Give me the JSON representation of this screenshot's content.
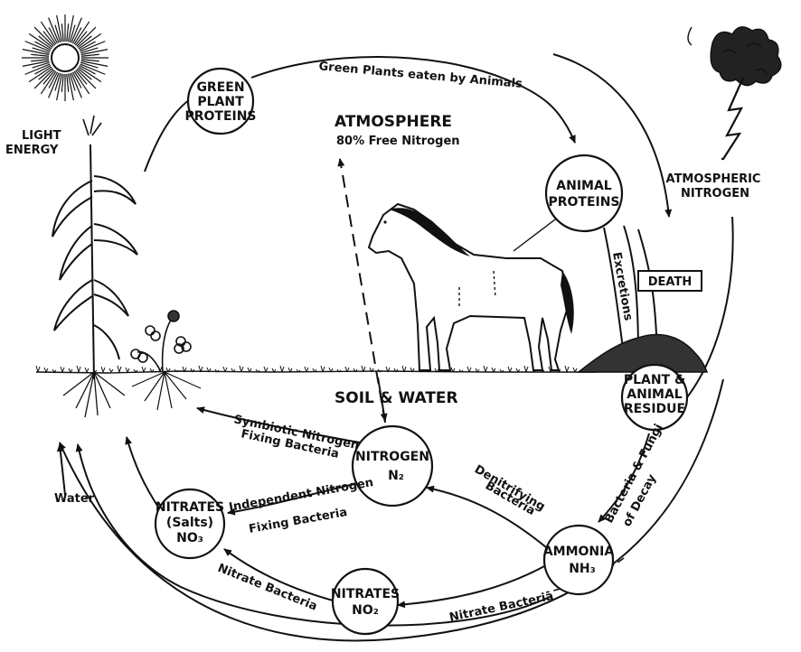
{
  "nodes": {
    "green_plant": [
      "GREEN",
      "PLANT",
      "PROTEINS"
    ],
    "animal": [
      "ANIMAL",
      "PROTEINS"
    ],
    "residue": [
      "PLANT &",
      "ANIMAL",
      "RESIDUE"
    ],
    "nitrogen": [
      "NITROGEN",
      "N₂"
    ],
    "nitrates_salts": [
      "NITRATES",
      "(Salts)",
      "NO₃"
    ],
    "nitrates_no2": [
      "NITRATES",
      "NO₂"
    ],
    "ammonia": [
      "AMMONIA",
      "NH₃"
    ]
  },
  "labels": {
    "top_arc": "Green Plants eaten by Animals",
    "atmosphere_title": "ATMOSPHERE",
    "atmosphere_sub": "80% Free Nitrogen",
    "light_energy": [
      "LIGHT",
      "ENERGY"
    ],
    "atmospheric_nitrogen": [
      "ATMOSPHERIC",
      "NITROGEN"
    ],
    "death": "DEATH",
    "excretions": "Excretions",
    "soil_water": "SOIL & WATER",
    "symbiotic": [
      "Symbiotic Nitrogen",
      "Fixing Bacteria"
    ],
    "independent": [
      "Independent Nitrogen",
      "Fixing Bacteria"
    ],
    "denitrifying": [
      "Denitrifying",
      "Bacteria"
    ],
    "decay": [
      "Bacteria & Fungi",
      "of Decay"
    ],
    "nitrate_bacteria_left": "Nitrate Bacteria",
    "nitrate_bacteria_bottom": "Nitrate Bacteria",
    "water": "Water"
  },
  "icons": [
    "sun-icon",
    "storm-cloud-icon",
    "lightning-icon",
    "corn-plant-icon",
    "clover-plant-icon",
    "horse-icon",
    "manure-mound-icon"
  ]
}
